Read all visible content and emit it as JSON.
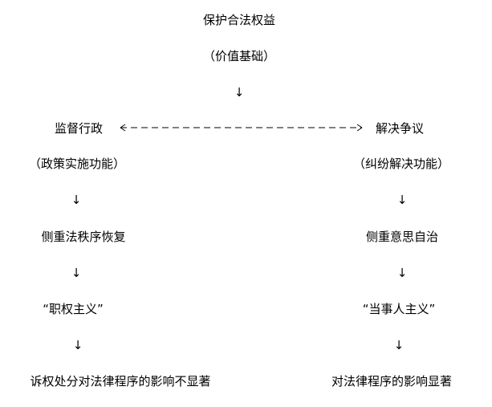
{
  "diagram": {
    "root": {
      "title": "保护合法权益",
      "subtitle": "（价值基础）",
      "arrow": "↓"
    },
    "left": {
      "title": "监督行政",
      "subtitle": "（政策实施功能）",
      "arrow1": "↓",
      "emphasis": "侧重法秩序恢复",
      "arrow2": "↓",
      "principle": "“职权主义”",
      "arrow3": "↓",
      "effect": "诉权处分对法律程序的影响不显著"
    },
    "right": {
      "title": "解决争议",
      "subtitle": "（纠纷解决功能）",
      "arrow1": "↓",
      "emphasis": "侧重意思自治",
      "arrow2": "↓",
      "principle": "“当事人主义”",
      "arrow3": "↓",
      "effect": "对法律程序的影响显著"
    },
    "connector": {
      "left_arrow": "←",
      "right_arrow": "→"
    }
  }
}
